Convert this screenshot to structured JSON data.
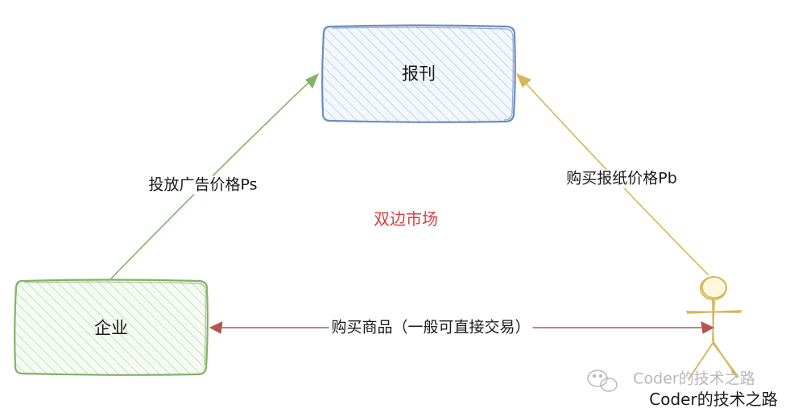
{
  "nodes": {
    "newspaper": {
      "label": "报刊",
      "stroke": "#6c8ebf",
      "fill": "#dae8fc"
    },
    "enterprise": {
      "label": "企业",
      "stroke": "#82b366",
      "fill": "#d5e8d4"
    },
    "reader": {
      "label": "",
      "stroke": "#d6b656",
      "fill": "#fff2cc"
    }
  },
  "edges": {
    "enterprise_to_newspaper": {
      "label": "投放广告价格Ps",
      "color": "#82b366"
    },
    "reader_to_newspaper": {
      "label": "购买报纸价格Pb",
      "color": "#d6b656"
    },
    "enterprise_reader": {
      "label": "购买商品（一般可直接交易）",
      "color": "#b85450"
    }
  },
  "center_label": "双边市场",
  "watermark": {
    "text": "Coder的技术之路",
    "icon": "wechat-icon"
  },
  "caption": "Coder的技术之路"
}
